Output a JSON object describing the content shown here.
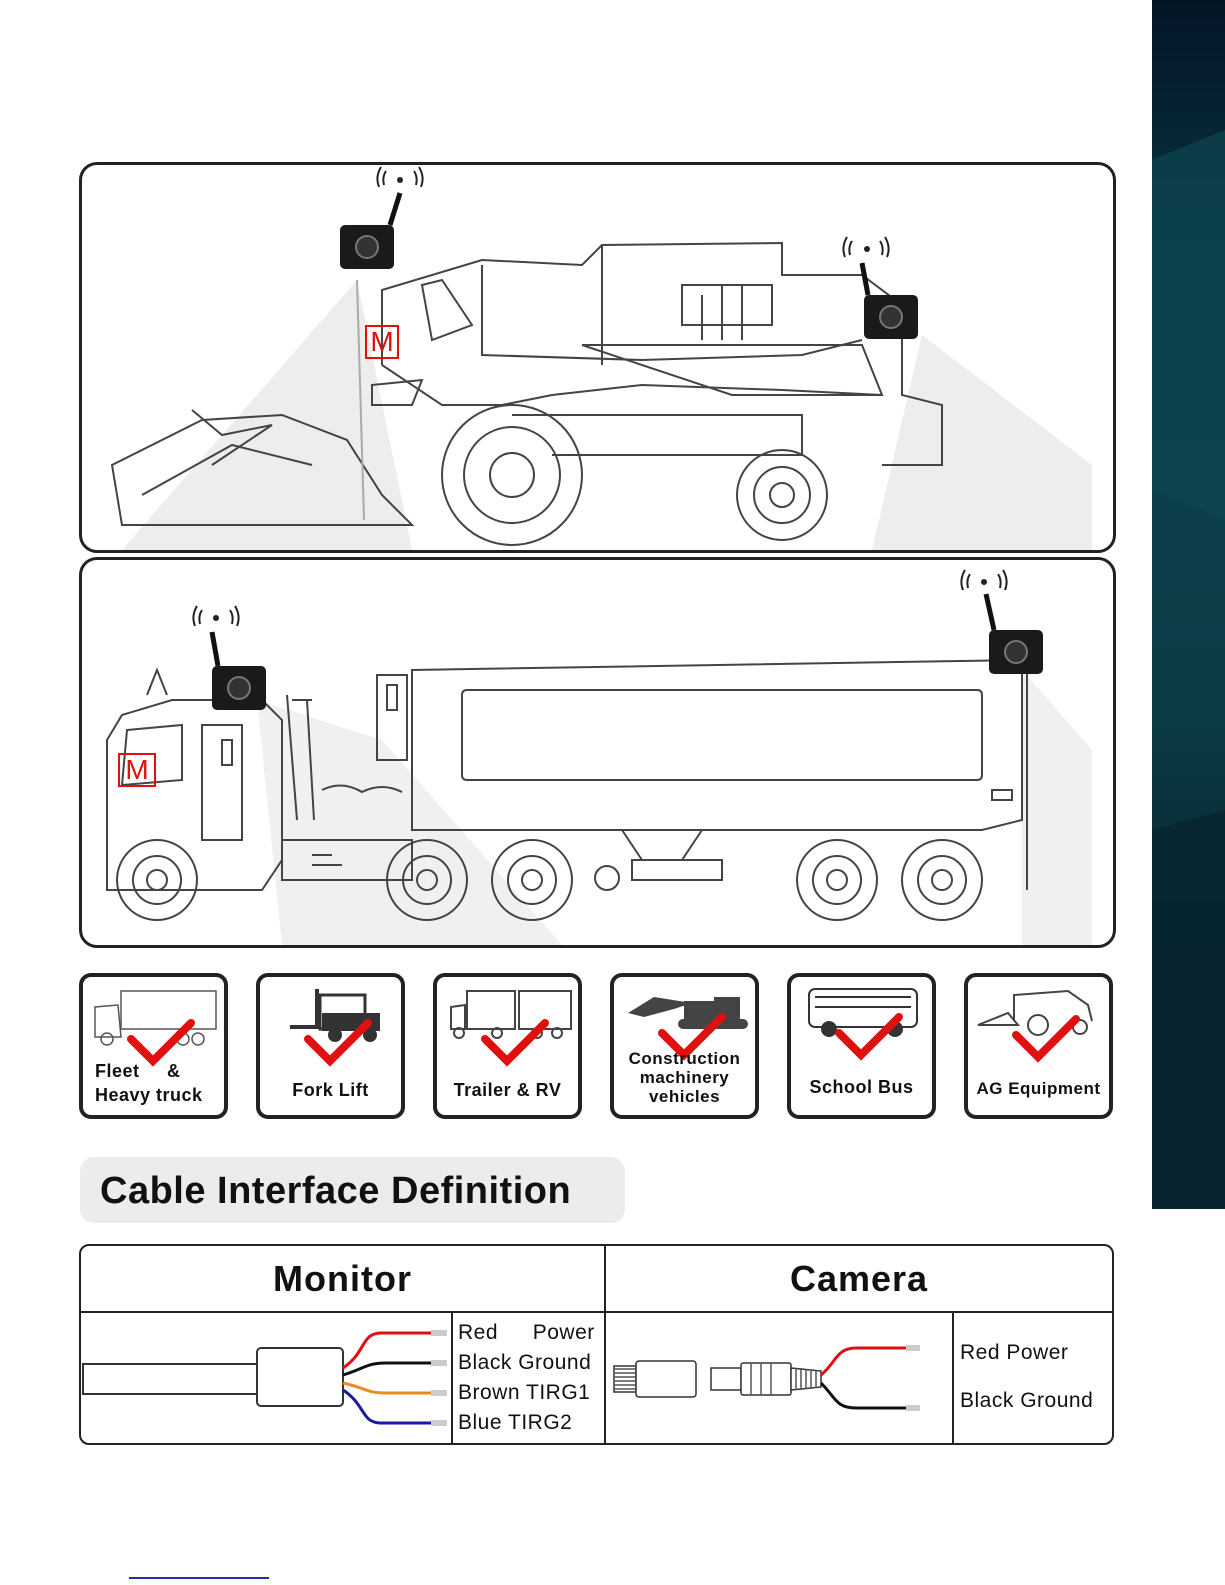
{
  "applications": [
    {
      "id": "fleet",
      "lines": [
        "Fleet     &",
        "Heavy truck"
      ]
    },
    {
      "id": "forklift",
      "lines": [
        "Fork Lift"
      ]
    },
    {
      "id": "trailer",
      "lines": [
        "Trailer & RV"
      ]
    },
    {
      "id": "construction",
      "lines": [
        "Construction",
        "machinery",
        "vehicles"
      ]
    },
    {
      "id": "schoolbus",
      "lines": [
        "School Bus"
      ]
    },
    {
      "id": "ag",
      "lines": [
        "AG Equipment"
      ]
    }
  ],
  "monitor_marker": "M",
  "section_title": "Cable Interface Definition",
  "cable_table": {
    "monitor_header": "Monitor",
    "camera_header": "Camera",
    "monitor_wires": [
      {
        "color_name": "Red",
        "function": "Power",
        "color": "#e01010"
      },
      {
        "color_name": "Black",
        "function": "Ground",
        "color": "#111111"
      },
      {
        "color_name": "Brown",
        "function": "TIRG1",
        "color": "#f08a1a"
      },
      {
        "color_name": "Blue",
        "function": "TIRG2",
        "color": "#1a1a9c"
      }
    ],
    "camera_wires": [
      {
        "color_name": "Red",
        "function": "Power",
        "color": "#e01010"
      },
      {
        "color_name": "Black",
        "function": "Ground",
        "color": "#111111"
      }
    ]
  }
}
